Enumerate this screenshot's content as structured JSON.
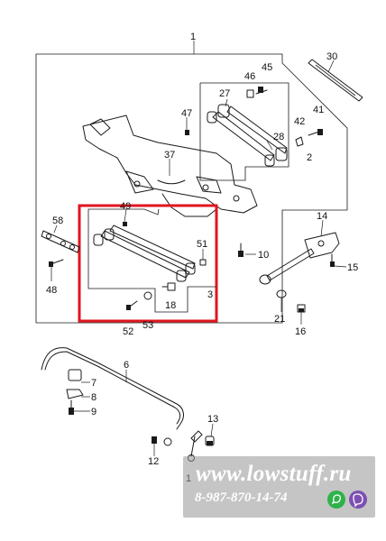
{
  "callouts": {
    "c1": "1",
    "c2": "2",
    "c3": "3",
    "c6": "6",
    "c7": "7",
    "c8": "8",
    "c9": "9",
    "c10": "10",
    "c12": "12",
    "c13": "13",
    "c14": "14",
    "c15": "15",
    "c16": "16",
    "c18": "18",
    "c21": "21",
    "c27": "27",
    "c28": "28",
    "c30": "30",
    "c37": "37",
    "c41": "41",
    "c42": "42",
    "c45": "45",
    "c46": "46",
    "c47": "47",
    "c48": "48",
    "c49": "49",
    "c51": "51",
    "c52": "52",
    "c53": "53",
    "c58": "58",
    "c1b": "1"
  },
  "watermark": {
    "site": "www.lowstuff.ru",
    "phone": "8-987-870-14-74",
    "icons": [
      "whatsapp-icon",
      "viber-icon"
    ]
  },
  "colors": {
    "highlight_box": "#e0161e",
    "whatsapp": "#2fb24a",
    "viber": "#7d4fb3",
    "watermark_bg": "#969696"
  }
}
